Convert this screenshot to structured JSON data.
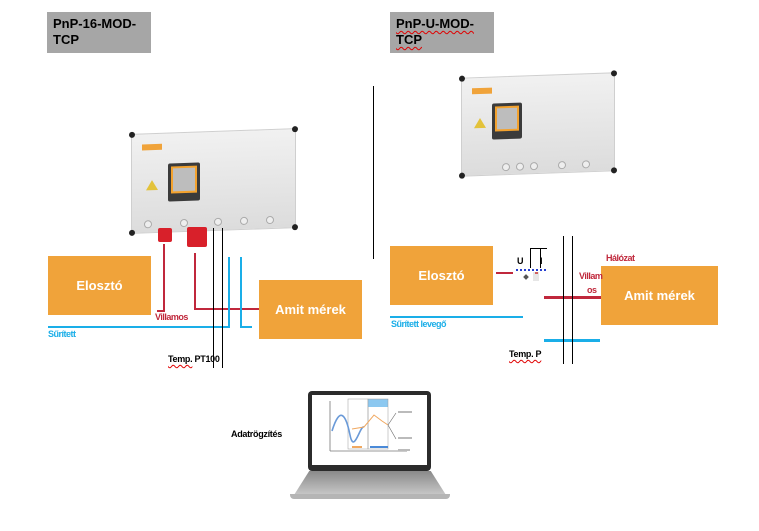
{
  "left_unit": {
    "title_line1": "PnP-16-MOD-",
    "title_line2": "TCP",
    "distributor_label": "Elosztó",
    "target_label": "Amit mérek",
    "electric_label": "Villamos",
    "air_label": "Sűrített",
    "temp_label_prefix": "Temp.",
    "temp_label_suffix": "PT100"
  },
  "right_unit": {
    "title_line1": "PnP-U-MOD-",
    "title_line2": "TCP",
    "distributor_label": "Elosztó",
    "target_label": "Amit mérek",
    "network_label": "Hálózat",
    "electric_label_line1": "Villam",
    "electric_label_line2": "os",
    "air_label": "Sűrített levegő",
    "temp_label": "Temp. P",
    "u_label": "U",
    "i_label": "I"
  },
  "logging": {
    "label": "Adatrögzítés"
  },
  "colors": {
    "box_orange": "#f0a33a",
    "electric_red": "#c0283c",
    "air_blue": "#1aaee8",
    "title_gray": "#a6a6a6"
  }
}
